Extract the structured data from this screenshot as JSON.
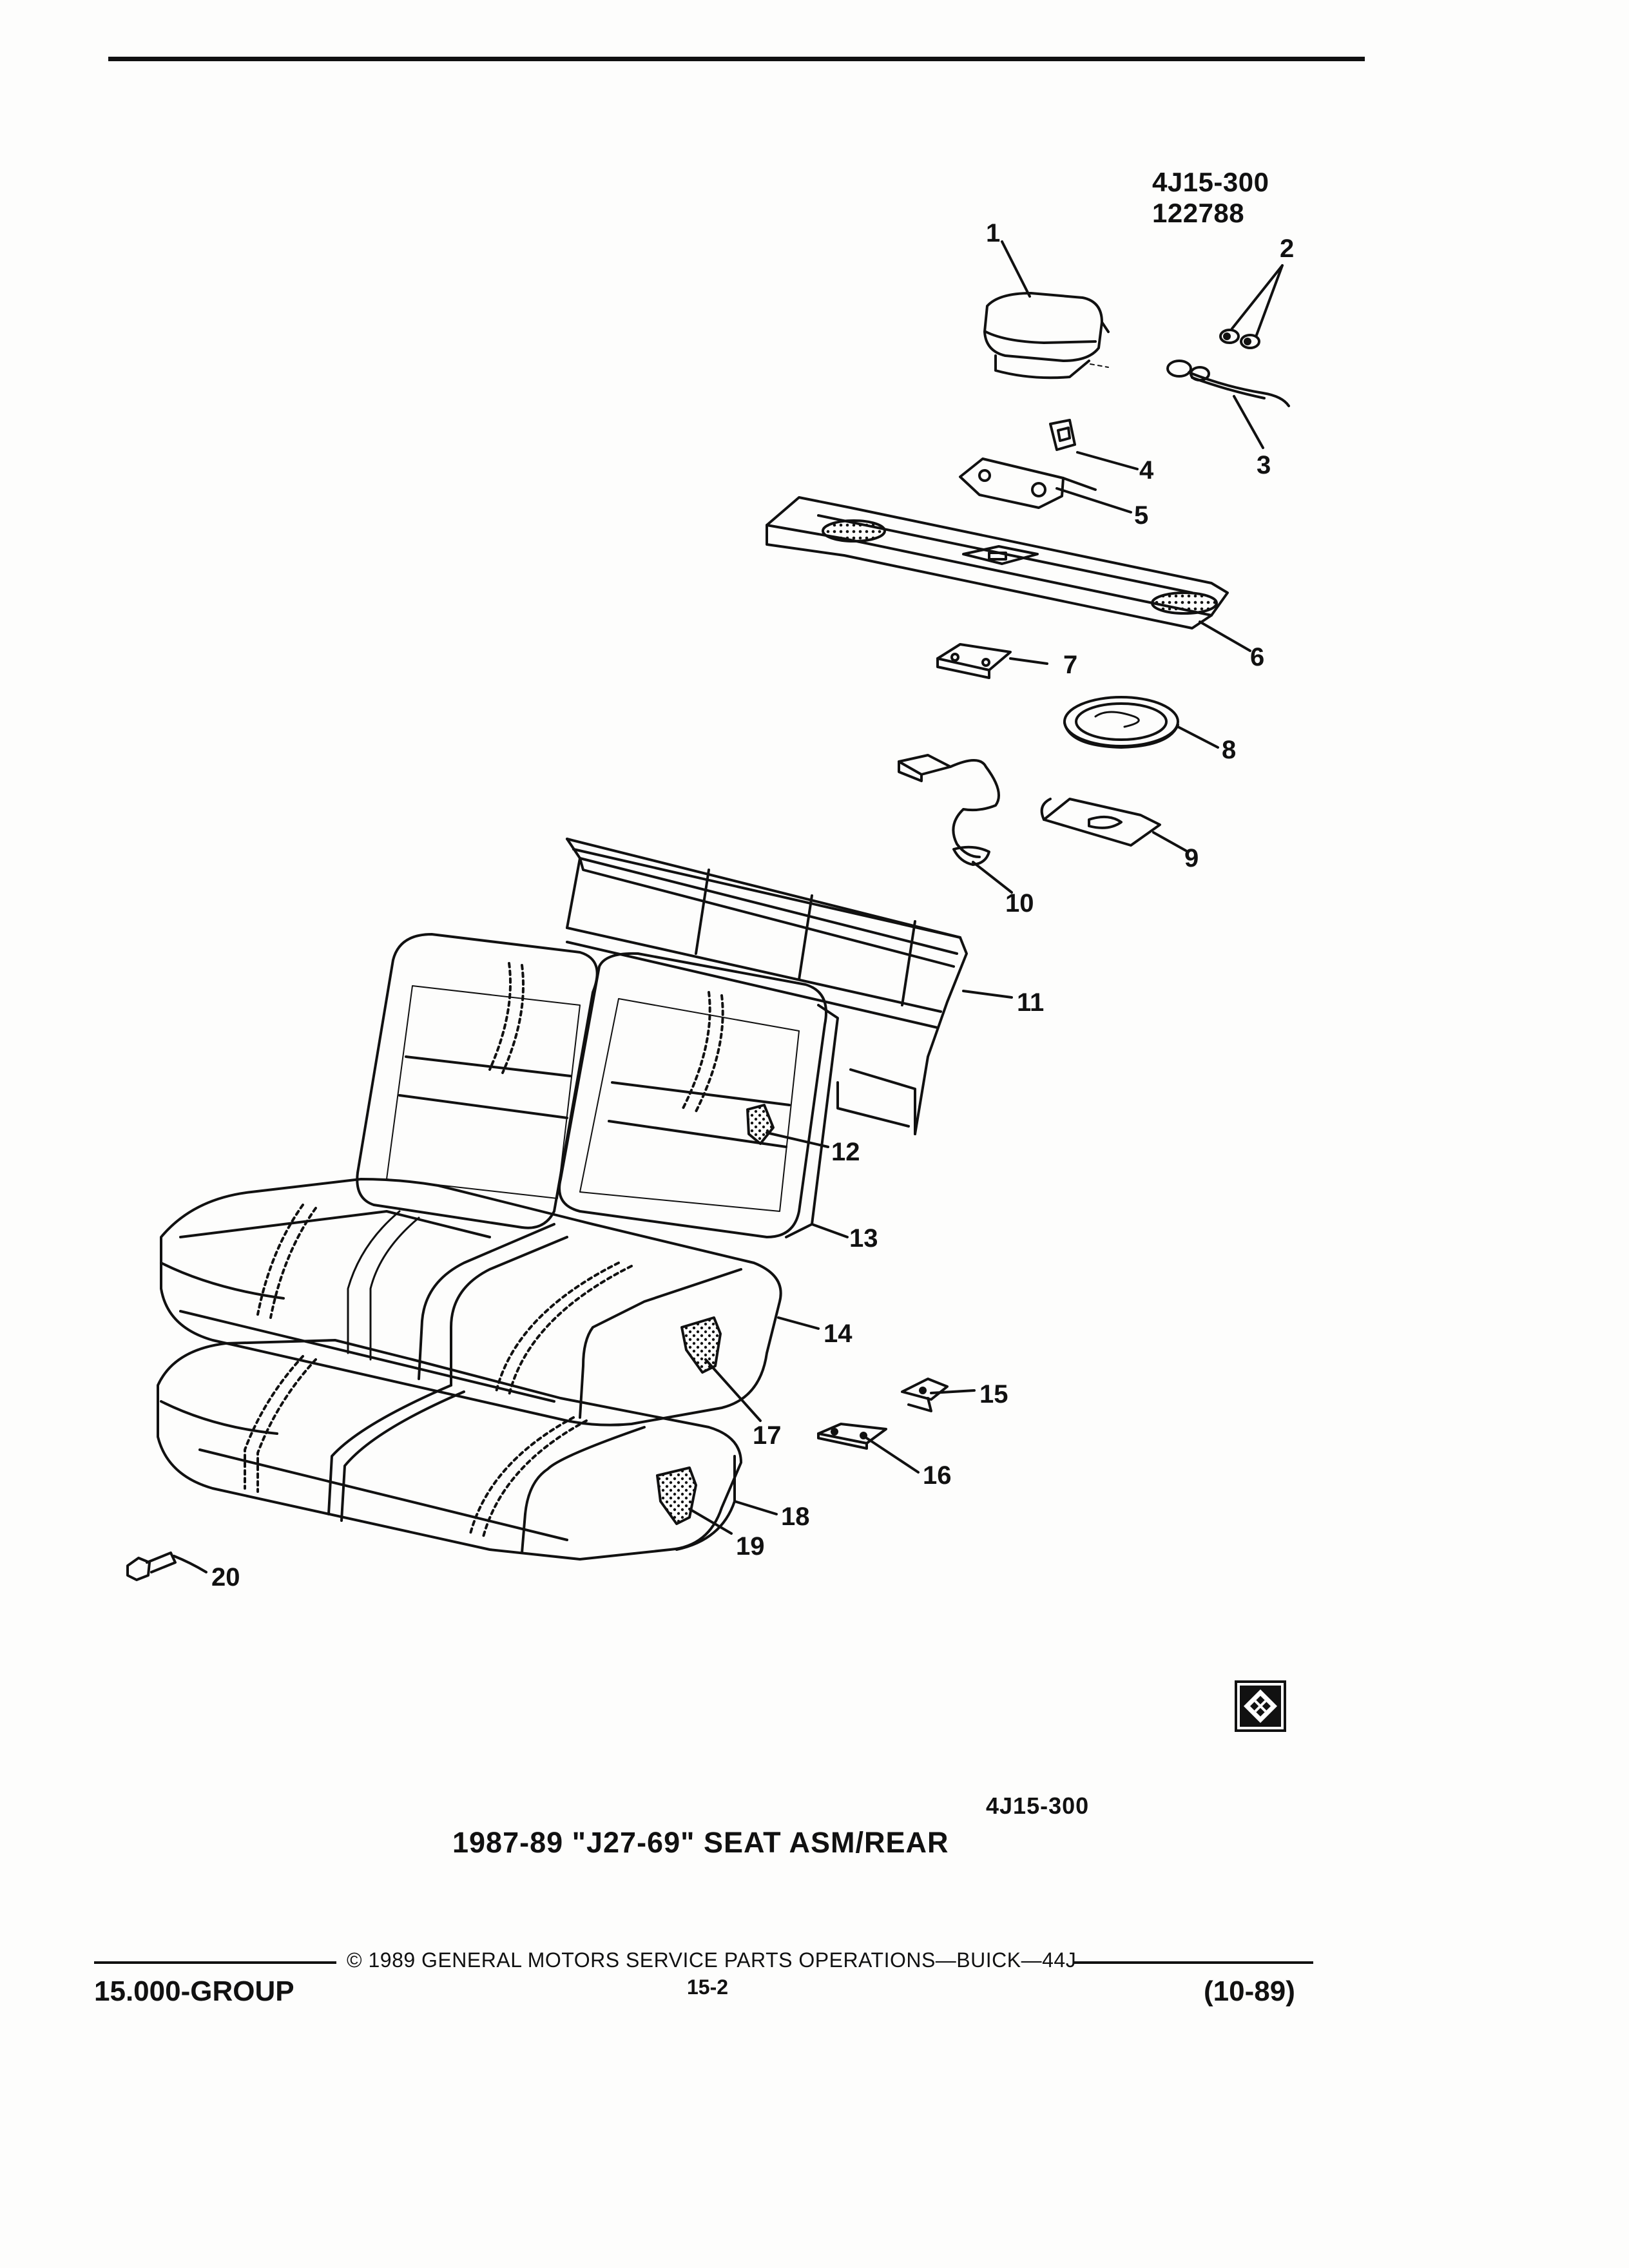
{
  "header": {
    "illustration_code": "4J15-300",
    "illustration_date": "122788"
  },
  "callouts": [
    {
      "number": "1",
      "part": "headrest-cover"
    },
    {
      "number": "2",
      "part": "retainers"
    },
    {
      "number": "3",
      "part": "wire-harness"
    },
    {
      "number": "4",
      "part": "clip"
    },
    {
      "number": "5",
      "part": "bracket"
    },
    {
      "number": "6",
      "part": "rear-shelf-trim-panel"
    },
    {
      "number": "7",
      "part": "plate"
    },
    {
      "number": "8",
      "part": "speaker"
    },
    {
      "number": "9",
      "part": "speaker-bracket"
    },
    {
      "number": "10",
      "part": "speaker-harness"
    },
    {
      "number": "11",
      "part": "seat-back-frame"
    },
    {
      "number": "12",
      "part": "seat-back-label"
    },
    {
      "number": "13",
      "part": "seat-back-cushion"
    },
    {
      "number": "14",
      "part": "seat-cushion-cover"
    },
    {
      "number": "15",
      "part": "retainer"
    },
    {
      "number": "16",
      "part": "hinge-plate"
    },
    {
      "number": "17",
      "part": "cushion-cover-label"
    },
    {
      "number": "18",
      "part": "seat-cushion-pad"
    },
    {
      "number": "19",
      "part": "cushion-pad-label"
    },
    {
      "number": "20",
      "part": "bolt"
    }
  ],
  "caption": {
    "code": "4J15-300",
    "title": "1987-89 \"J27-69\" SEAT ASM/REAR"
  },
  "footer": {
    "group": "15.000-GROUP",
    "copyright": "© 1989 GENERAL MOTORS SERVICE PARTS OPERATIONS—BUICK—44J",
    "page": "15-2",
    "revision": "(10-89)"
  },
  "colors": {
    "ink": "#111111",
    "paper": "#fdfdfc"
  }
}
